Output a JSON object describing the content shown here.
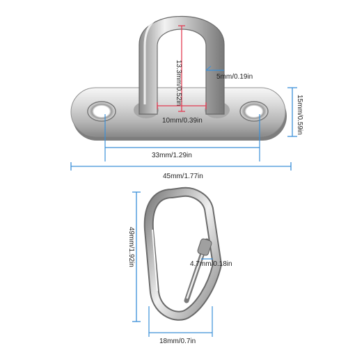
{
  "colors": {
    "background": "#ffffff",
    "steel_light": "#f2f2f2",
    "steel_mid": "#c4c4c4",
    "steel_dark": "#6f6f6f",
    "dimension_blue": "#3a8fd8",
    "dimension_red": "#e23b52",
    "label_text": "#222222"
  },
  "eye_plate": {
    "inner_height_label": "13.3mm/0.52in",
    "wire_diameter_label": "5mm/0.19in",
    "inner_width_label": "10mm/0.39in",
    "plate_width_label": "15mm/0.59in",
    "hole_spacing_label": "33mm/1.29in",
    "total_length_label": "45mm/1.77in"
  },
  "carabiner": {
    "height_label": "49mm/1.92in",
    "wire_diameter_label": "4.7mm/0.18in",
    "width_label": "18mm/0.7in"
  }
}
